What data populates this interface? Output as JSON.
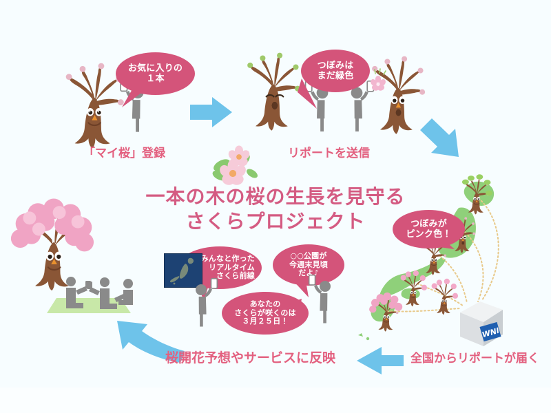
{
  "page": {
    "title": "一本の木の桜の生長を見守る さくらプロジェクト",
    "background_color": "#fbfeff",
    "accent_pink": "#d4547a",
    "caption_pink": "#e3607f",
    "title_pink": "#d45b82",
    "arrow_blue": "#6ec3ea",
    "tree_brown": "#8a5636",
    "blossom_pink": "#f0a9c8",
    "map_green": "#8fd07a",
    "person_gray": "#8a8a8a"
  },
  "title": {
    "line1": "一本の木の桜の生長を見守る",
    "line2": "さくらプロジェクト"
  },
  "steps": [
    {
      "id": "step-register",
      "caption": "「マイ桜」登録",
      "bubble": {
        "lines": [
          "お気に入りの",
          "１本"
        ]
      }
    },
    {
      "id": "step-report",
      "caption": "リポートを送信",
      "bubble": {
        "lines": [
          "つぼみは",
          "まだ緑色"
        ]
      }
    },
    {
      "id": "step-nationwide",
      "caption": "全国からリポートが届く",
      "bubble": {
        "lines": [
          "つぼみが",
          "ピンク色！"
        ]
      }
    },
    {
      "id": "step-forecast",
      "caption": "桜開花予想やサービスに反映",
      "bubbles": [
        {
          "id": "bubble-realtime",
          "lines": [
            "みんなと作った",
            "リアルタイム",
            "さくら前線"
          ]
        },
        {
          "id": "bubble-park",
          "lines": [
            "○○公園が",
            "今週末見頃",
            "だよ♪"
          ]
        },
        {
          "id": "bubble-bloomdate",
          "lines": [
            "あなたの",
            "さくらが咲くのは",
            "３月２５日！"
          ]
        }
      ]
    }
  ],
  "server": {
    "label": "WNI"
  },
  "icons": {
    "arrow_right": "arrow-right-icon",
    "arrow_diagonal": "arrow-diagonal-down-right-icon",
    "arrow_left": "arrow-left-icon",
    "arrow_curve_left": "arrow-curved-up-left-icon",
    "tree": "tree-character-icon",
    "blossom": "cherry-blossom-icon",
    "person": "person-with-phone-icon",
    "japan_map": "japan-map-icon",
    "server_cube": "server-cube-icon"
  }
}
